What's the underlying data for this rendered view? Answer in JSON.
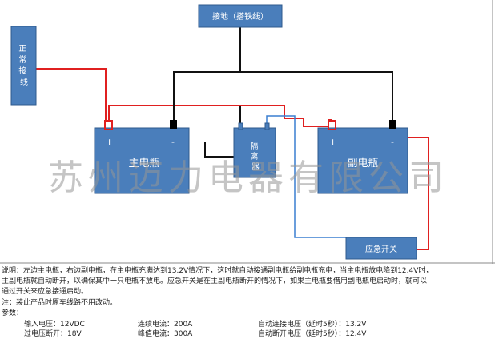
{
  "colors": {
    "box_fill": "#4a7ebb",
    "box_stroke": "#2f5a8c",
    "wire_positive": "#e02020",
    "wire_ground": "#111111",
    "wire_signal": "#3a7fd0",
    "terminal_negative": "#000000"
  },
  "ground_label": "接地（搭铁线）",
  "normal_wire_label": "正常接线",
  "main_battery": {
    "label": "主电瓶",
    "plus": "+",
    "minus": "-"
  },
  "aux_battery": {
    "label": "副电瓶",
    "plus": "+",
    "minus": "-"
  },
  "isolator_label": "隔离器",
  "emergency_switch_label": "应急开关",
  "watermark": "苏州迈力电器有限公司",
  "notes": {
    "line1": "说明：左边主电瓶，右边副电瓶，在主电瓶充满达到13.2V情况下，这时就自动接通副电瓶给副电瓶充电，当主电瓶放电降到12.4V时，",
    "line2": "主副电瓶就自动断开，以确保其中一只电瓶不放电。应急开关是在主副电瓶断开的情况下，如果主电瓶要借用副电瓶电启动时，就可以",
    "line3": "通过开关来应急接通启动。",
    "line4": "注：装此产品时原车线路不用改动。",
    "params_title": "参数：",
    "params": {
      "input_voltage": "输入电压：12VDC",
      "continuous_current": "连续电流：200A",
      "auto_connect_voltage": "自动连接电压（延时5秒）：13.2V",
      "overvoltage_cutoff": "过电压断开：18V",
      "peak_current": "峰值电流：300A",
      "auto_disconnect_voltage": "自动断开电压（延时5秒）：12.4V"
    }
  }
}
